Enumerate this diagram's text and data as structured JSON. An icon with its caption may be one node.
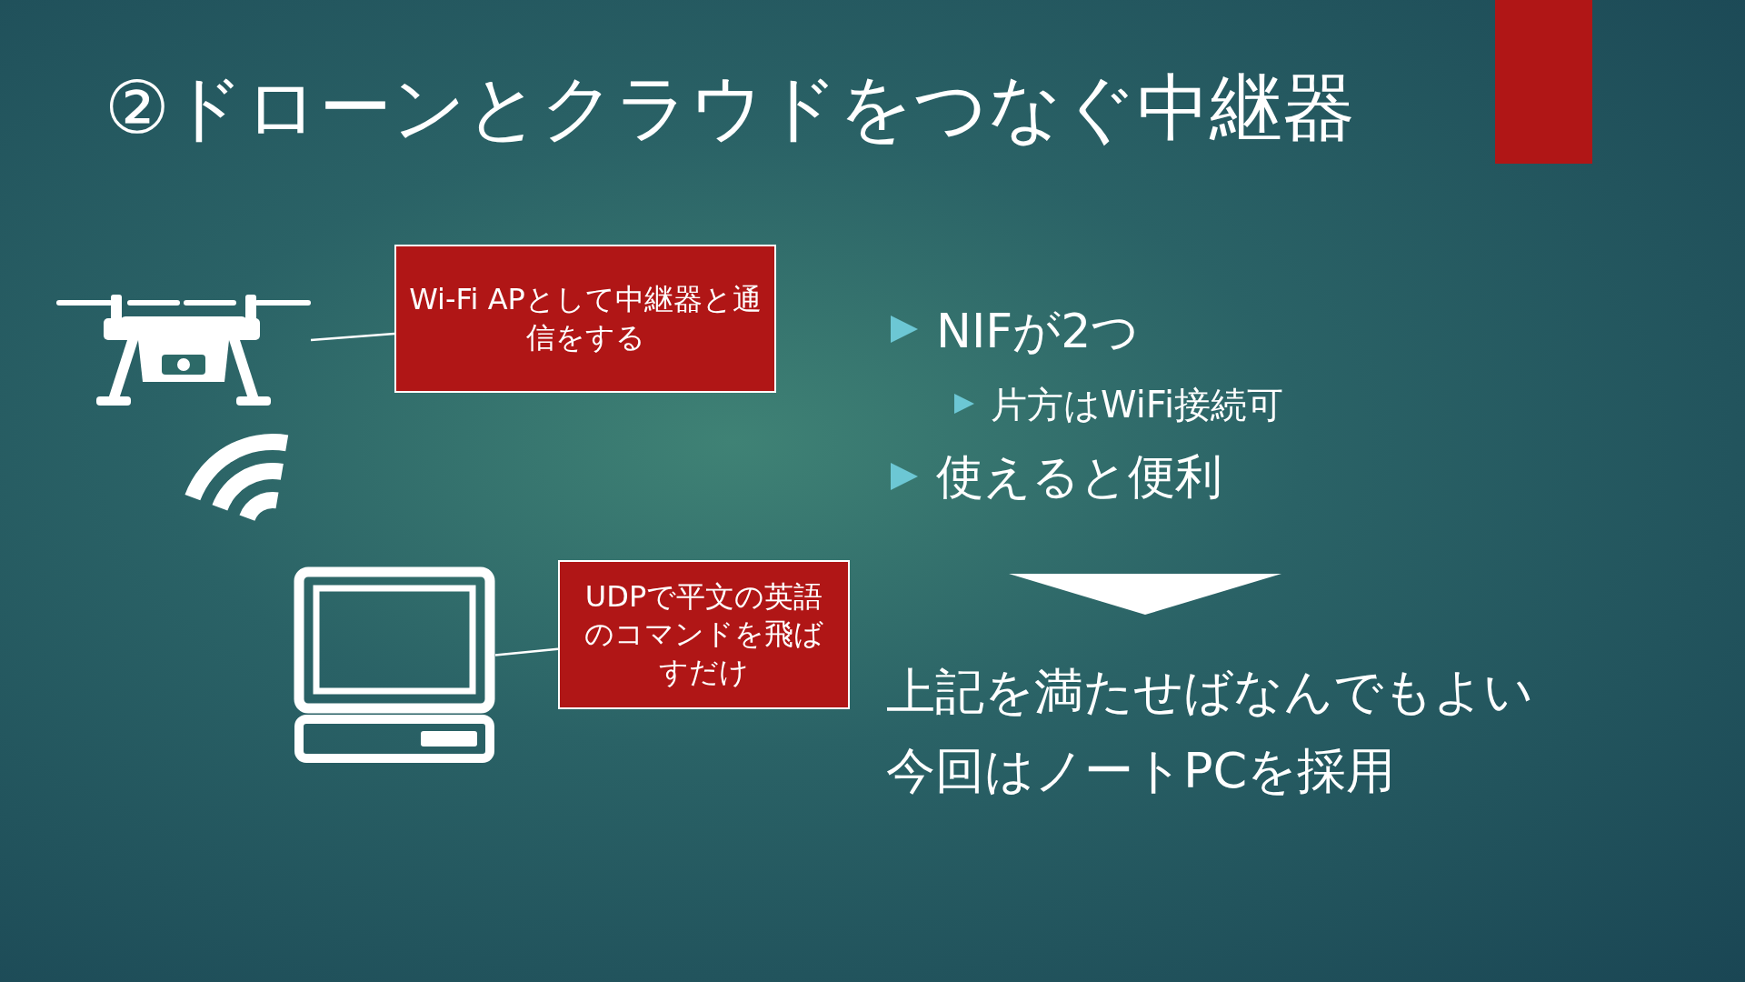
{
  "diagram": {
    "title": "②ドローンとクラウドをつなぐ中継器",
    "nodes": [
      {
        "text": [],
        "shape": "picture"
      },
      {
        "text": [
          "Wi-Fi APとして中継器と通信をする"
        ]
      },
      {
        "text": [],
        "shape": "picture"
      },
      {
        "text": [
          "UDPで平文の英語のコマンドを飛ばすだけ"
        ]
      }
    ],
    "edges": [
      {
        "from": 1,
        "to": 0,
        "arrow": "none"
      },
      {
        "from": 3,
        "to": 2,
        "arrow": "none"
      }
    ],
    "labels": [
      "NIFが2つ",
      "片方はWiFi接続可",
      "使えると便利",
      "上記を満たせばなんでもよい",
      "今回はノートPCを採用"
    ]
  }
}
